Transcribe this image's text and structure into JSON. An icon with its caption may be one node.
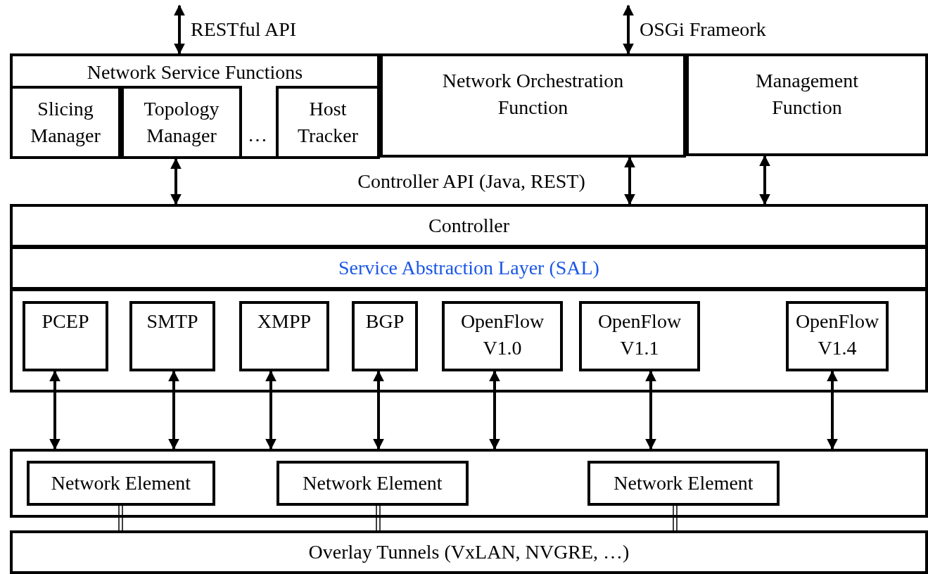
{
  "diagram": {
    "nodes": [
      {
        "text": [
          "Network Service Functions"
        ]
      },
      {
        "text": [
          "Slicing Manager"
        ],
        "in": 0
      },
      {
        "text": [
          "Topology Manager"
        ],
        "in": 0
      },
      {
        "text": [
          "Host Tracker"
        ],
        "in": 0
      },
      {
        "text": [
          "Network Orchestration Function"
        ]
      },
      {
        "text": [
          "Management Function"
        ]
      },
      {
        "text": [
          "Controller"
        ]
      },
      {
        "text": [
          "Service Abstraction Layer (SAL)"
        ]
      },
      {
        "text": [],
        "shape": "box"
      },
      {
        "text": [
          "PCEP"
        ],
        "in": 8
      },
      {
        "text": [
          "SMTP"
        ],
        "in": 8
      },
      {
        "text": [
          "XMPP"
        ],
        "in": 8
      },
      {
        "text": [
          "BGP"
        ],
        "in": 8
      },
      {
        "text": [
          "OpenFlow V1.0"
        ],
        "in": 8
      },
      {
        "text": [
          "OpenFlow V1.1"
        ],
        "in": 8
      },
      {
        "text": [
          "OpenFlow V1.4"
        ],
        "in": 8
      },
      {
        "text": [],
        "shape": "box"
      },
      {
        "text": [
          "Network Element"
        ],
        "in": 16
      },
      {
        "text": [
          "Network Element"
        ],
        "in": 16
      },
      {
        "text": [
          "Network Element"
        ],
        "in": 16
      },
      {
        "text": [
          "Overlay Tunnels (VxLAN, NVGRE, …)"
        ]
      }
    ],
    "edges": [
      {
        "from": null,
        "to": 0,
        "arrow": "both",
        "label": "RESTful API"
      },
      {
        "from": null,
        "to": 4,
        "arrow": "both",
        "label": "OSGi Frameork"
      },
      {
        "from": 2,
        "to": 6,
        "arrow": "both"
      },
      {
        "from": 4,
        "to": 6,
        "arrow": "both"
      },
      {
        "from": 5,
        "to": 6,
        "arrow": "both"
      },
      {
        "from": 9,
        "to": 16,
        "arrow": "both"
      },
      {
        "from": 10,
        "to": 16,
        "arrow": "both"
      },
      {
        "from": 11,
        "to": 16,
        "arrow": "both"
      },
      {
        "from": 12,
        "to": 16,
        "arrow": "both"
      },
      {
        "from": 13,
        "to": 16,
        "arrow": "both"
      },
      {
        "from": 14,
        "to": 16,
        "arrow": "both"
      },
      {
        "from": 15,
        "to": 16,
        "arrow": "both"
      },
      {
        "from": 17,
        "to": 20,
        "arrow": "none"
      },
      {
        "from": 18,
        "to": 20,
        "arrow": "none"
      },
      {
        "from": 19,
        "to": 20,
        "arrow": "none"
      }
    ],
    "labels": [
      "…",
      "Controller API (Java, REST)"
    ]
  }
}
